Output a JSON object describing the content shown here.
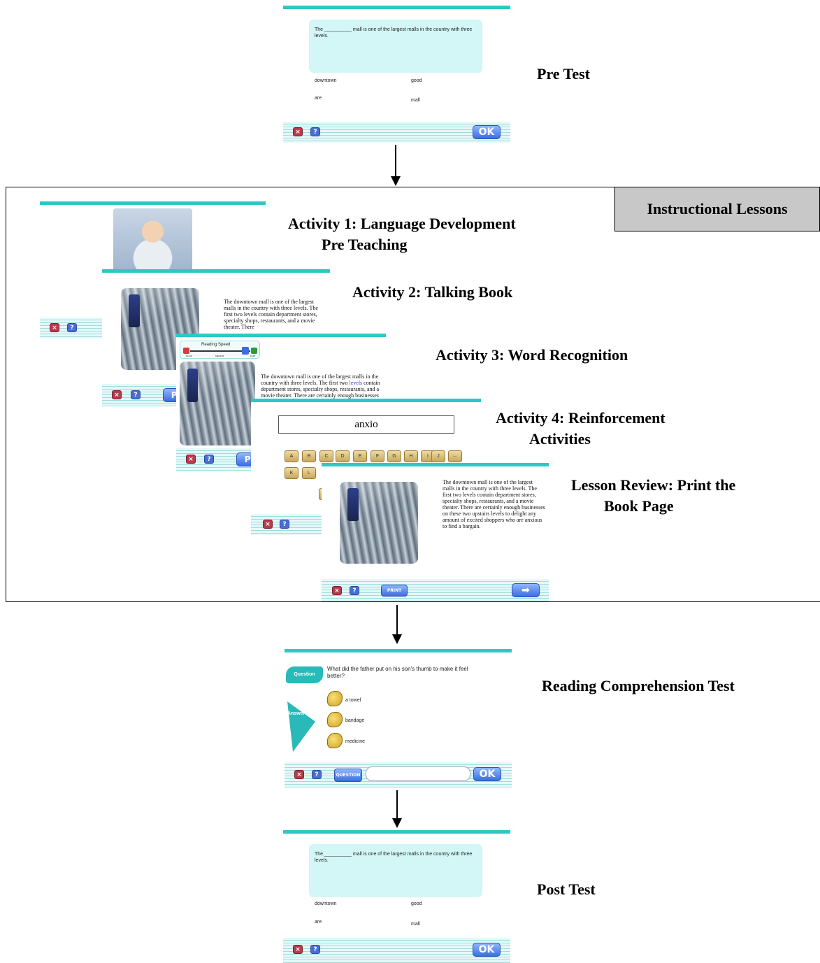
{
  "test_screen": {
    "sentence": "The __________ mall is one of the largest malls in the country with three levels.",
    "choices": [
      "downtown",
      "good",
      "are",
      "mall"
    ],
    "ok_label": "OK",
    "close_icon": "close-icon",
    "help_icon": "help-icon"
  },
  "labels": {
    "pre_test": "Pre Test",
    "instructional_lessons": "Instructional Lessons",
    "activity1_line1": "Activity 1: Language Development",
    "activity1_line2": "Pre Teaching",
    "activity2": "Activity 2: Talking Book",
    "activity3": "Activity 3: Word Recognition",
    "activity4_line1": "Activity 4: Reinforcement",
    "activity4_line2": "Activities",
    "lesson_review_line1": "Lesson Review: Print the",
    "lesson_review_line2": "Book Page",
    "reading_comprehension": "Reading Comprehension Test",
    "post_test": "Post Test"
  },
  "activity2": {
    "text": "The downtown mall is one of the largest malls in the country with three levels. The first two levels contain department stores, specialty shops, restaurants, and a movie theater. There",
    "play_label": "PL"
  },
  "activity3": {
    "speed_title": "Reading Speed",
    "speed_marks": [
      "SLOW",
      "MEDIUM",
      "FAST"
    ],
    "text_before": "The downtown mall is one of the largest malls in the country with three levels. The first two ",
    "text_highlight": "levels",
    "text_after": " contain department stores, specialty shops, restaurants, and a movie theater. There are certainly enough businesses",
    "play_label": "PL"
  },
  "activity4": {
    "word": "anxio",
    "keys_row1": [
      "A",
      "B",
      "C",
      "D",
      "E",
      "F",
      "G",
      "H",
      "I",
      "J",
      "←"
    ],
    "keys_row2": [
      "K",
      "L"
    ]
  },
  "lesson_review": {
    "text": "The downtown mall is one of the largest malls in the country with three levels. The first two levels contain department stores, specialty shops, restaurants, and a movie theater. There are certainly enough businesses on these two upstairs levels to delight any amount of excited shoppers who are anxious to find a bargain.",
    "print_label": "PRINT",
    "next_icon": "arrow-right-icon"
  },
  "comprehension": {
    "question_tag": "Question",
    "answers_tag": "Answers",
    "question": "What did the father put on his son's thumb to make it feel better?",
    "answers": [
      "a towel",
      "bandage",
      "medicine"
    ],
    "question_button": "QUESTION",
    "ok_label": "OK"
  },
  "colors": {
    "accent_teal": "#2ec8c4",
    "question_box": "#d3f6f6",
    "button_blue": "#3c6ee0",
    "close_red": "#b83a4c",
    "tab_gray": "#c8c8c8"
  }
}
